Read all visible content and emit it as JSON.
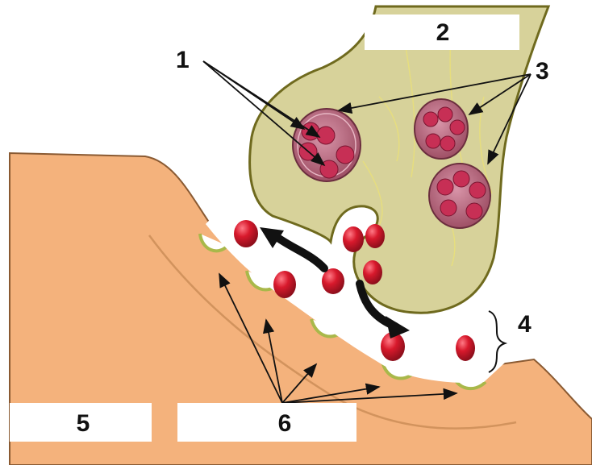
{
  "diagram": {
    "labels": {
      "n1": "1",
      "n2": "2",
      "n3": "3",
      "n4": "4",
      "n5": "5",
      "n6": "6"
    },
    "colors": {
      "postsynaptic": "#f4b27c",
      "postsynaptic_edge": "#8a5a32",
      "axon_terminal": "#d7d29a",
      "terminal_edge": "#6f6a1e",
      "vesicle_fill": "#b85b74",
      "neurotransmitter": "#d8192c",
      "receptor": "#a9b84a",
      "arrow": "#111111"
    }
  }
}
